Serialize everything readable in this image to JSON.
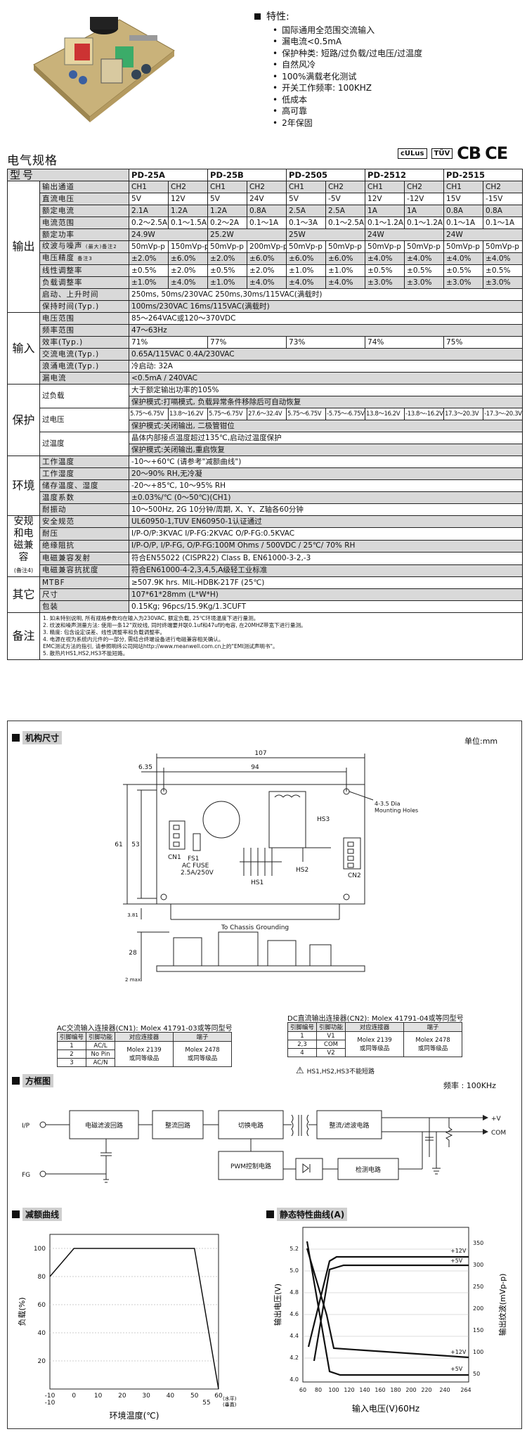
{
  "features": {
    "title": "特性:",
    "items": [
      "国际通用全范围交流输入",
      "漏电流<0.5mA",
      "保护种类: 短路/过负载/过电压/过温度",
      "自然风冷",
      "100%满载老化测试",
      "开关工作频率: 100KHZ",
      "低成本",
      "高可靠",
      "2年保固"
    ]
  },
  "spec_title": "电气规格",
  "certs": {
    "ul": "cULus",
    "tuv": "TÜV",
    "cb": "CB",
    "ce": "CE"
  },
  "table": {
    "model_label": "型号",
    "models": [
      "PD-25A",
      "PD-25B",
      "PD-2505",
      "PD-2512",
      "PD-2515"
    ],
    "sections": {
      "output": "输出",
      "input": "输入",
      "protection": "保护",
      "environment": "环境",
      "safety": "安规和电磁兼容",
      "safety_note": "(备注4)",
      "other": "其它",
      "notes": "备注"
    },
    "rows": {
      "channel": {
        "label": "输出通道",
        "values": [
          "CH1",
          "CH2",
          "CH1",
          "CH2",
          "CH1",
          "CH2",
          "CH1",
          "CH2",
          "CH1",
          "CH2"
        ]
      },
      "dc_voltage": {
        "label": "直流电压",
        "values": [
          "5V",
          "12V",
          "5V",
          "24V",
          "5V",
          "-5V",
          "12V",
          "-12V",
          "15V",
          "-15V"
        ]
      },
      "rated_current": {
        "label": "额定电流",
        "values": [
          "2.1A",
          "1.2A",
          "1.2A",
          "0.8A",
          "2.5A",
          "2.5A",
          "1A",
          "1A",
          "0.8A",
          "0.8A"
        ]
      },
      "current_range": {
        "label": "电流范围",
        "values": [
          "0.2～2.5A",
          "0.1～1.5A",
          "0.2～2A",
          "0.1～1A",
          "0.1～3A",
          "0.1～2.5A",
          "0.1～1.2A",
          "0.1～1.2A",
          "0.1～1A",
          "0.1～1A"
        ]
      },
      "rated_power": {
        "label": "额定功率",
        "values": [
          "24.9W",
          "25.2W",
          "25W",
          "24W",
          "24W"
        ]
      },
      "ripple": {
        "label": "纹波与噪声",
        "sub": "(最大)备注2",
        "values": [
          "50mVp-p",
          "150mVp-p",
          "50mVp-p",
          "200mVp-p",
          "50mVp-p",
          "50mVp-p",
          "50mVp-p",
          "50mVp-p",
          "50mVp-p",
          "50mVp-p"
        ]
      },
      "voltage_tol": {
        "label": "电压精度",
        "sub": "备注3",
        "values": [
          "±2.0%",
          "±6.0%",
          "±2.0%",
          "±6.0%",
          "±6.0%",
          "±6.0%",
          "±4.0%",
          "±4.0%",
          "±4.0%",
          "±4.0%"
        ]
      },
      "line_reg": {
        "label": "线性调整率",
        "values": [
          "±0.5%",
          "±2.0%",
          "±0.5%",
          "±2.0%",
          "±1.0%",
          "±1.0%",
          "±0.5%",
          "±0.5%",
          "±0.5%",
          "±0.5%"
        ]
      },
      "load_reg": {
        "label": "负载调整率",
        "values": [
          "±1.0%",
          "±4.0%",
          "±1.0%",
          "±4.0%",
          "±4.0%",
          "±4.0%",
          "±3.0%",
          "±3.0%",
          "±3.0%",
          "±3.0%"
        ]
      },
      "setup": {
        "label": "启动、上升时间",
        "value": "250ms, 50ms/230VAC    250ms,30ms/115VAC(满载时)"
      },
      "hold": {
        "label": "保持时间(Typ.)",
        "value": "100ms/230VAC   16ms/115VAC(满载时)"
      },
      "in_voltage": {
        "label": "电压范围",
        "value": "85～264VAC或120～370VDC"
      },
      "in_freq": {
        "label": "频率范围",
        "value": "47～63Hz"
      },
      "efficiency": {
        "label": "效率(Typ.)",
        "values": [
          "71%",
          "77%",
          "73%",
          "74%",
          "75%"
        ]
      },
      "ac_current": {
        "label": "交流电流(Typ.)",
        "value": "0.65A/115VAC          0.4A/230VAC"
      },
      "inrush": {
        "label": "浪涌电流(Typ.)",
        "value": "冷启动: 32A"
      },
      "leakage": {
        "label": "漏电流",
        "value": "<0.5mA / 240VAC"
      },
      "overload": {
        "label": "过负载",
        "lines": [
          "大于额定输出功率的105%",
          "保护模式:打嗝模式, 负载异常条件移除后可自动恢复"
        ]
      },
      "overvoltage": {
        "label": "过电压",
        "values": [
          "5.75～6.75V",
          "13.8～16.2V",
          "5.75～6.75V",
          "27.6～32.4V",
          "5.75～6.75V",
          "-5.75～-6.75V",
          "13.8～16.2V",
          "-13.8～-16.2V",
          "17.3～20.3V",
          "-17.3～-20.3V"
        ],
        "mode": "保护模式:关闭输出, 二极管钳位"
      },
      "overtemp": {
        "label": "过温度",
        "lines": [
          "晶体内部接点温度超过135℃,启动过温度保护",
          "保护模式:关闭输出,重启恢复"
        ]
      },
      "work_temp": {
        "label": "工作温度",
        "value": "-10～+60℃ (请参考\"减额曲线\")"
      },
      "work_hum": {
        "label": "工作湿度",
        "value": "20～90% RH,无冷凝"
      },
      "storage": {
        "label": "储存温度、湿度",
        "value": "-20～+85℃, 10～95% RH"
      },
      "temp_coef": {
        "label": "温度系数",
        "value": "±0.03%/℃ (0～50℃)(CH1)"
      },
      "vibration": {
        "label": "耐振动",
        "value": "10～500Hz, 2G 10分钟/周期, X、Y、Z轴各60分钟"
      },
      "safety_std": {
        "label": "安全规范",
        "value": "UL60950-1,TUV EN60950-1认证通过"
      },
      "withstand": {
        "label": "耐压",
        "value": "I/P-O/P:3KVAC    I/P-FG:2KVAC    O/P-FG:0.5KVAC"
      },
      "isolation": {
        "label": "绝缘阻抗",
        "value": "I/P-O/P, I/P-FG, O/P-FG:100M Ohms / 500VDC / 25℃/ 70% RH"
      },
      "emi": {
        "label": "电磁兼容发射",
        "value": "符合EN55022 (CISPR22) Class B, EN61000-3-2,-3"
      },
      "ems": {
        "label": "电磁兼容抗扰度",
        "value": "符合EN61000-4-2,3,4,5,A级轻工业标准"
      },
      "mtbf": {
        "label": "MTBF",
        "value": "≥507.9K hrs.  MIL-HDBK-217F (25℃)"
      },
      "size": {
        "label": "尺寸",
        "value": "107*61*28mm (L*W*H)"
      },
      "packing": {
        "label": "包装",
        "value": "0.15Kg; 96pcs/15.9Kg/1.3CUFT"
      }
    },
    "notes": [
      "1. 如未特别说明, 所有规格参数均在输入为230VAC, 额定负载, 25℃环境温度下进行量测。",
      "2. 纹波和噪声测量方法: 使用一条12\"双绞线, 同时终端要并联0.1uf和47uf的电容, 在20MHZ带宽下进行量测。",
      "3. 精度: 包含设定误差、线性调整率和负载调整率。",
      "4. 电源在视为系统内元件的一部分, 需结合终端设备进行电磁兼容相关确认。",
      "   EMC测试方法的指引, 请参照明纬公司网站http://www.meanwell.com.cn上的\"EMI测试声明书\"。",
      "5. 散热片HS1,HS2,HS3不能短路。"
    ]
  },
  "mechanical": {
    "title": "机构尺寸",
    "unit": "单位:mm",
    "dims": {
      "length": "107",
      "inner": "94",
      "offset": "6.35",
      "width": "61",
      "inner_w": "53",
      "bottom": "3.81",
      "height": "28",
      "max": "2 max"
    },
    "labels": {
      "holes": "4-3.5 Dia\nMounting Holes",
      "hs1": "HS1",
      "hs2": "HS2",
      "hs3": "HS3",
      "cn1": "CN1",
      "cn2": "CN2",
      "fs1": "FS1",
      "fuse": "AC FUSE",
      "fuse_rating": "2.5A/250V",
      "ground": "To Chassis Grounding"
    },
    "cn1": {
      "title": "AC交流输入连接器(CN1): Molex 41791-03或等同型号",
      "headers": [
        "引脚编号",
        "引脚功能",
        "对应连接器",
        "端子"
      ],
      "rows": [
        [
          "1",
          "AC/L"
        ],
        [
          "2",
          "No Pin"
        ],
        [
          "3",
          "AC/N"
        ]
      ],
      "mating": "Molex 2139\n或同等级品",
      "terminal": "Molex 2478\n或同等级品"
    },
    "cn2": {
      "title": "DC直流输出连接器(CN2): Molex 41791-04或等同型号",
      "headers": [
        "引脚编号",
        "引脚功能",
        "对应连接器",
        "端子"
      ],
      "rows": [
        [
          "1",
          "V1"
        ],
        [
          "2,3",
          "COM"
        ],
        [
          "4",
          "V2"
        ]
      ],
      "mating": "Molex 2139\n或同等级品",
      "terminal": "Molex 2478\n或同等级品"
    },
    "warning": "HS1,HS2,HS3不能短路"
  },
  "block": {
    "title": "方框图",
    "freq": "频率 : 100KHz",
    "blocks": {
      "emi": "电磁滤波回路",
      "rect": "整流回路",
      "switch": "切换电路",
      "out": "整流/滤波电路",
      "pwm": "PWM控制电路",
      "detect": "检测电路"
    },
    "io": {
      "ip": "I/P",
      "fg": "FG",
      "pv": "+V",
      "com": "COM"
    }
  },
  "derating": {
    "title": "减额曲线",
    "ylabel": "负载(%)",
    "xlabel": "环境温度(℃)",
    "xnote": "(水平)\n(垂直)",
    "x_ticks": [
      "-10",
      "0",
      "10",
      "20",
      "30",
      "40",
      "50",
      "60"
    ],
    "x_ticks2": [
      "-10",
      "",
      "",
      "",
      "",
      "",
      "55"
    ],
    "y_ticks": [
      "20",
      "40",
      "60",
      "80",
      "100"
    ],
    "chart_data": {
      "type": "line",
      "x": [
        -10,
        0,
        50,
        60
      ],
      "y": [
        80,
        100,
        100,
        0
      ],
      "xlim": [
        -10,
        60
      ],
      "ylim": [
        0,
        110
      ]
    }
  },
  "static": {
    "title": "静态特性曲线(A)",
    "ylabel_left": "输出电压(V)",
    "ylabel_right": "输出纹波(mVp-p)",
    "xlabel": "输入电压(V)60Hz",
    "x_ticks": [
      "60",
      "80",
      "100",
      "120",
      "140",
      "160",
      "180",
      "200",
      "220",
      "240",
      "264"
    ],
    "yl_ticks": [
      "4.0",
      "4.2",
      "4.4",
      "4.6",
      "4.8",
      "5.0",
      "5.2"
    ],
    "yr_ticks": [
      "50",
      "100",
      "150",
      "200",
      "250",
      "300",
      "350"
    ],
    "labels": [
      "+12V",
      "+5V",
      "+12V",
      "+5V"
    ]
  }
}
